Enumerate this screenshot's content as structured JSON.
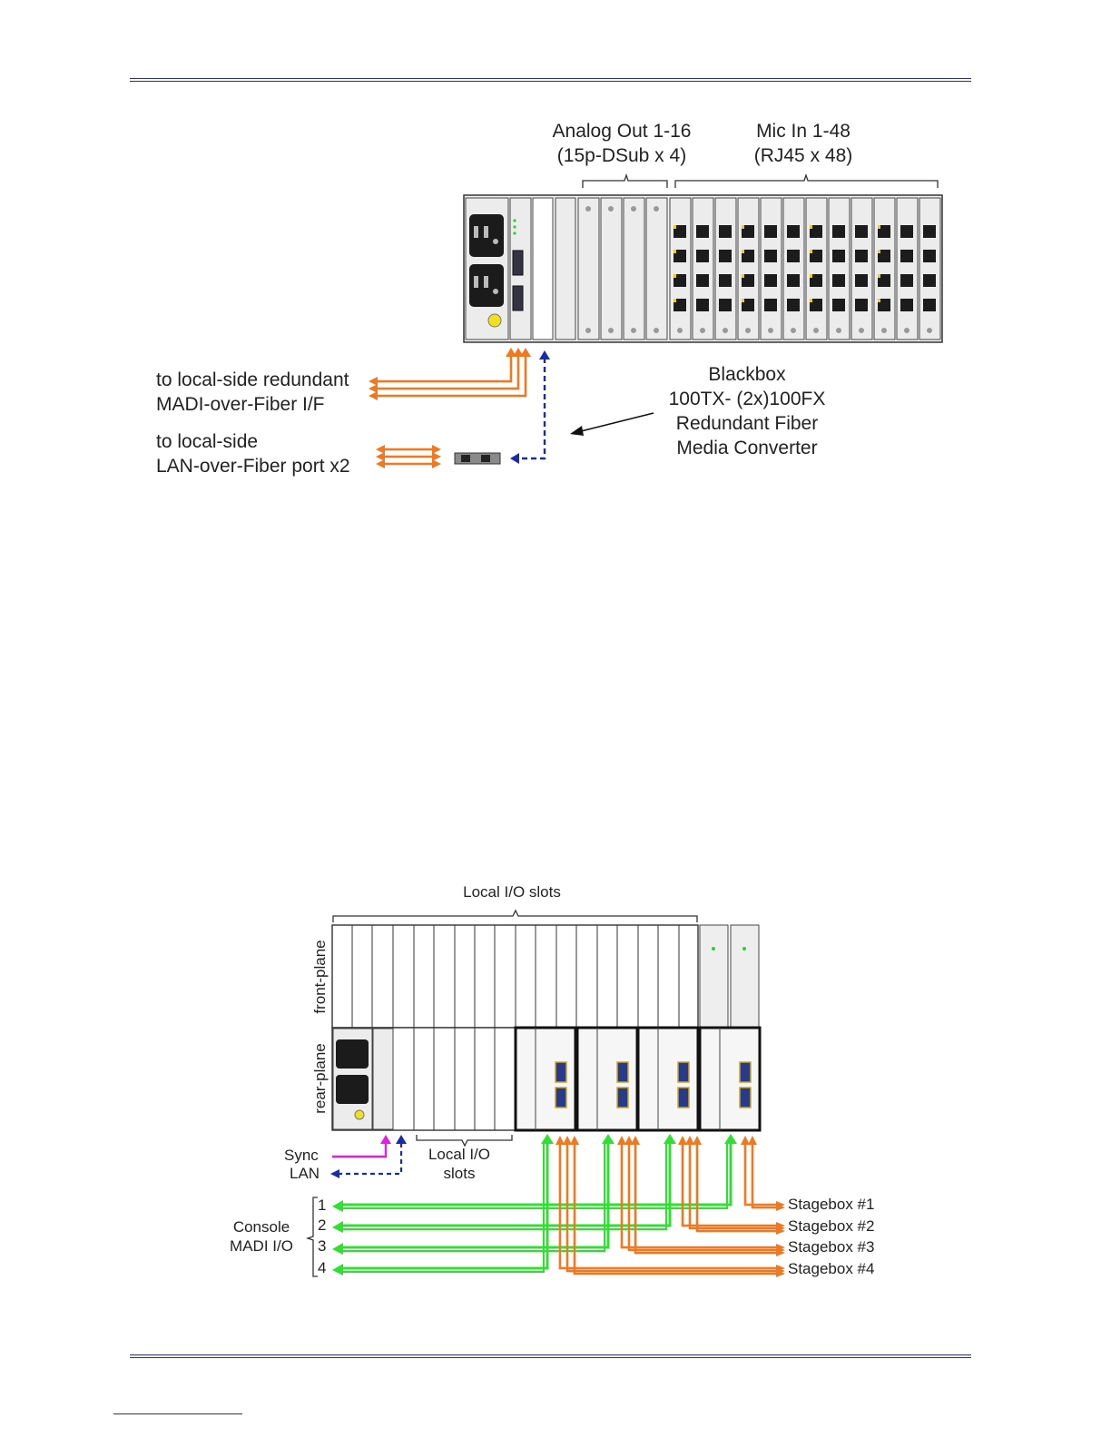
{
  "header": {
    "rule_color": "#2a2f7a"
  },
  "figure1": {
    "analog_out": {
      "line1": "Analog Out 1-16",
      "line2": "(15p-DSub x 4)"
    },
    "mic_in": {
      "line1": "Mic In 1-48",
      "line2": "(RJ45 x 48)"
    },
    "madi_fiber": {
      "line1": "to local-side redundant",
      "line2": "MADI-over-Fiber I/F"
    },
    "lan_fiber": {
      "line1": "to local-side",
      "line2": "LAN-over-Fiber port x2"
    },
    "blackbox": {
      "line1": "Blackbox",
      "line2": "100TX- (2x)100FX",
      "line3": "Redundant Fiber",
      "line4": "Media Converter"
    },
    "colors": {
      "fiber": "#f07820",
      "lan": "#1a2aa8",
      "rj45_accent": "#e8d020"
    }
  },
  "figure2": {
    "local_io_top": "Local I/O slots",
    "front_plane": "front-plane",
    "rear_plane": "rear-plane",
    "sync": "Sync",
    "lan": "LAN",
    "local_io_bottom": {
      "line1": "Local I/O",
      "line2": "slots"
    },
    "console": {
      "line1": "Console",
      "line2": "MADI I/O"
    },
    "console_ports": [
      "1",
      "2",
      "3",
      "4"
    ],
    "stageboxes": [
      "Stagebox #1",
      "Stagebox #2",
      "Stagebox #3",
      "Stagebox #4"
    ],
    "colors": {
      "madi": "#30e030",
      "stagebox": "#f07820",
      "sync": "#e020e0",
      "lan": "#1a2aa8"
    }
  }
}
